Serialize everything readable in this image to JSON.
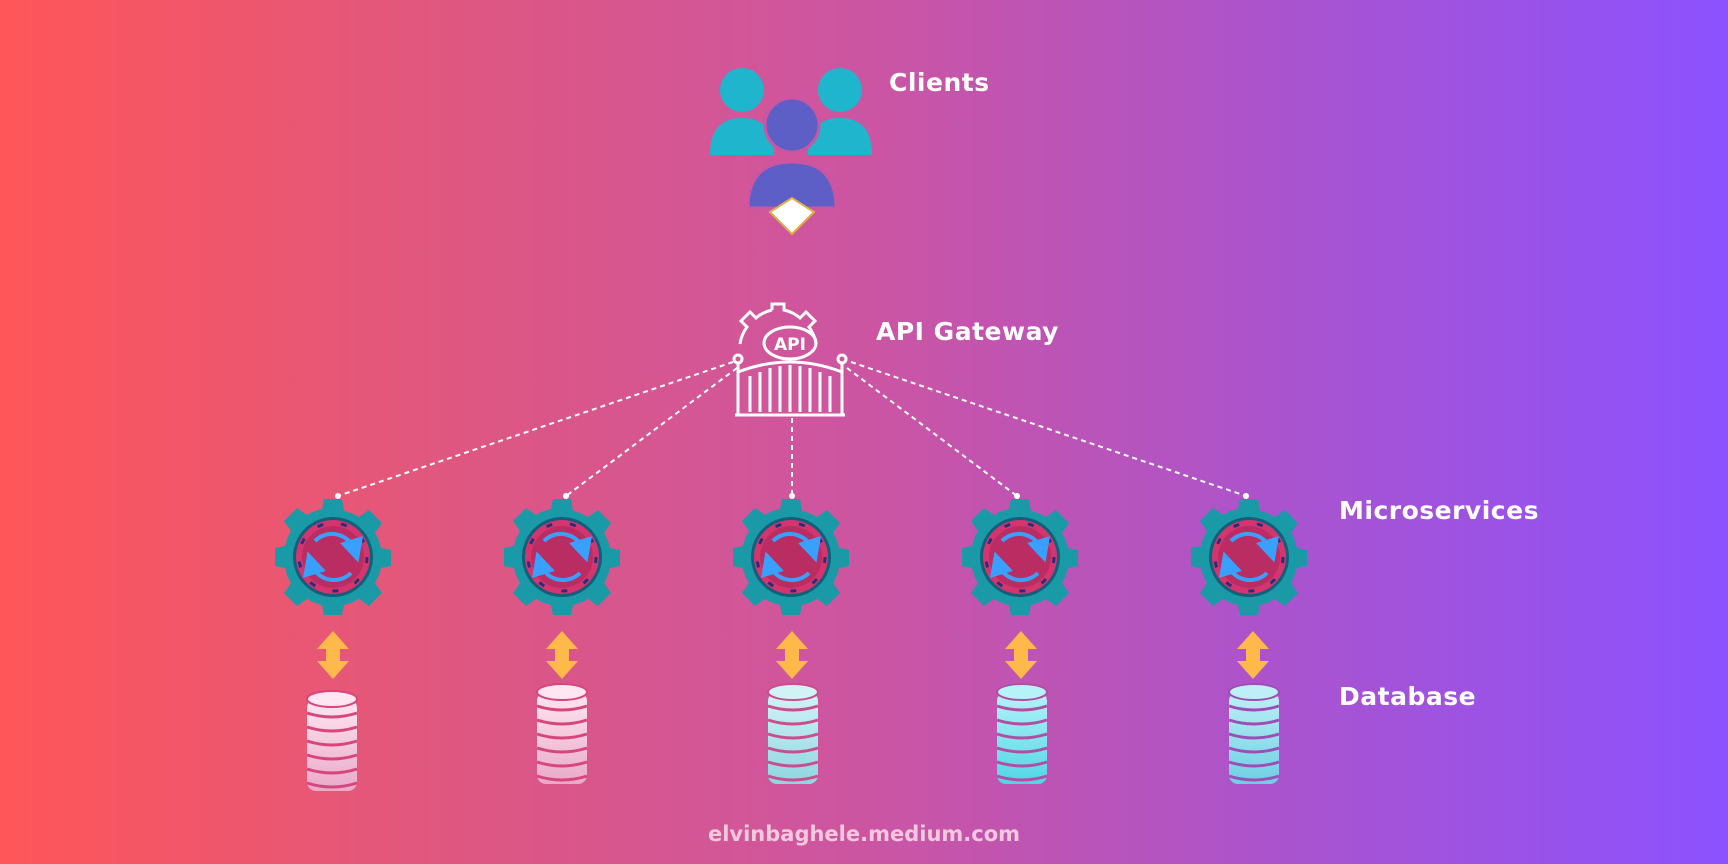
{
  "labels": {
    "clients": "Clients",
    "api_gateway": "API Gateway",
    "microservices": "Microservices",
    "database": "Database"
  },
  "gateway_badge": "API",
  "footer": "elvinbaghele.medium.com",
  "service_count": 5,
  "colors": {
    "background_start": "#ff5658",
    "background_end": "#8c52ff",
    "client_back": "#1fb5cc",
    "client_front": "#5e5fc6",
    "gear": "#1a9aa6",
    "gear_inner": "#d4356f",
    "sync_arrows": "#3aa0ff",
    "arrow": "#ffb84a",
    "connector": "#ffffff"
  },
  "databases": [
    {
      "fill_top": "#ffe6f0",
      "fill_bottom": "#e9a9c8",
      "stroke": "#d7457c"
    },
    {
      "fill_top": "#ffe6f0",
      "fill_bottom": "#e9a9c8",
      "stroke": "#d7457c"
    },
    {
      "fill_top": "#d2f3f6",
      "fill_bottom": "#8fd6e2",
      "stroke": "#c94e8e"
    },
    {
      "fill_top": "#b6f3f8",
      "fill_bottom": "#4fd6e6",
      "stroke": "#b14ea2"
    },
    {
      "fill_top": "#bfeff6",
      "fill_bottom": "#6ccfe4",
      "stroke": "#9b4fb6"
    }
  ]
}
